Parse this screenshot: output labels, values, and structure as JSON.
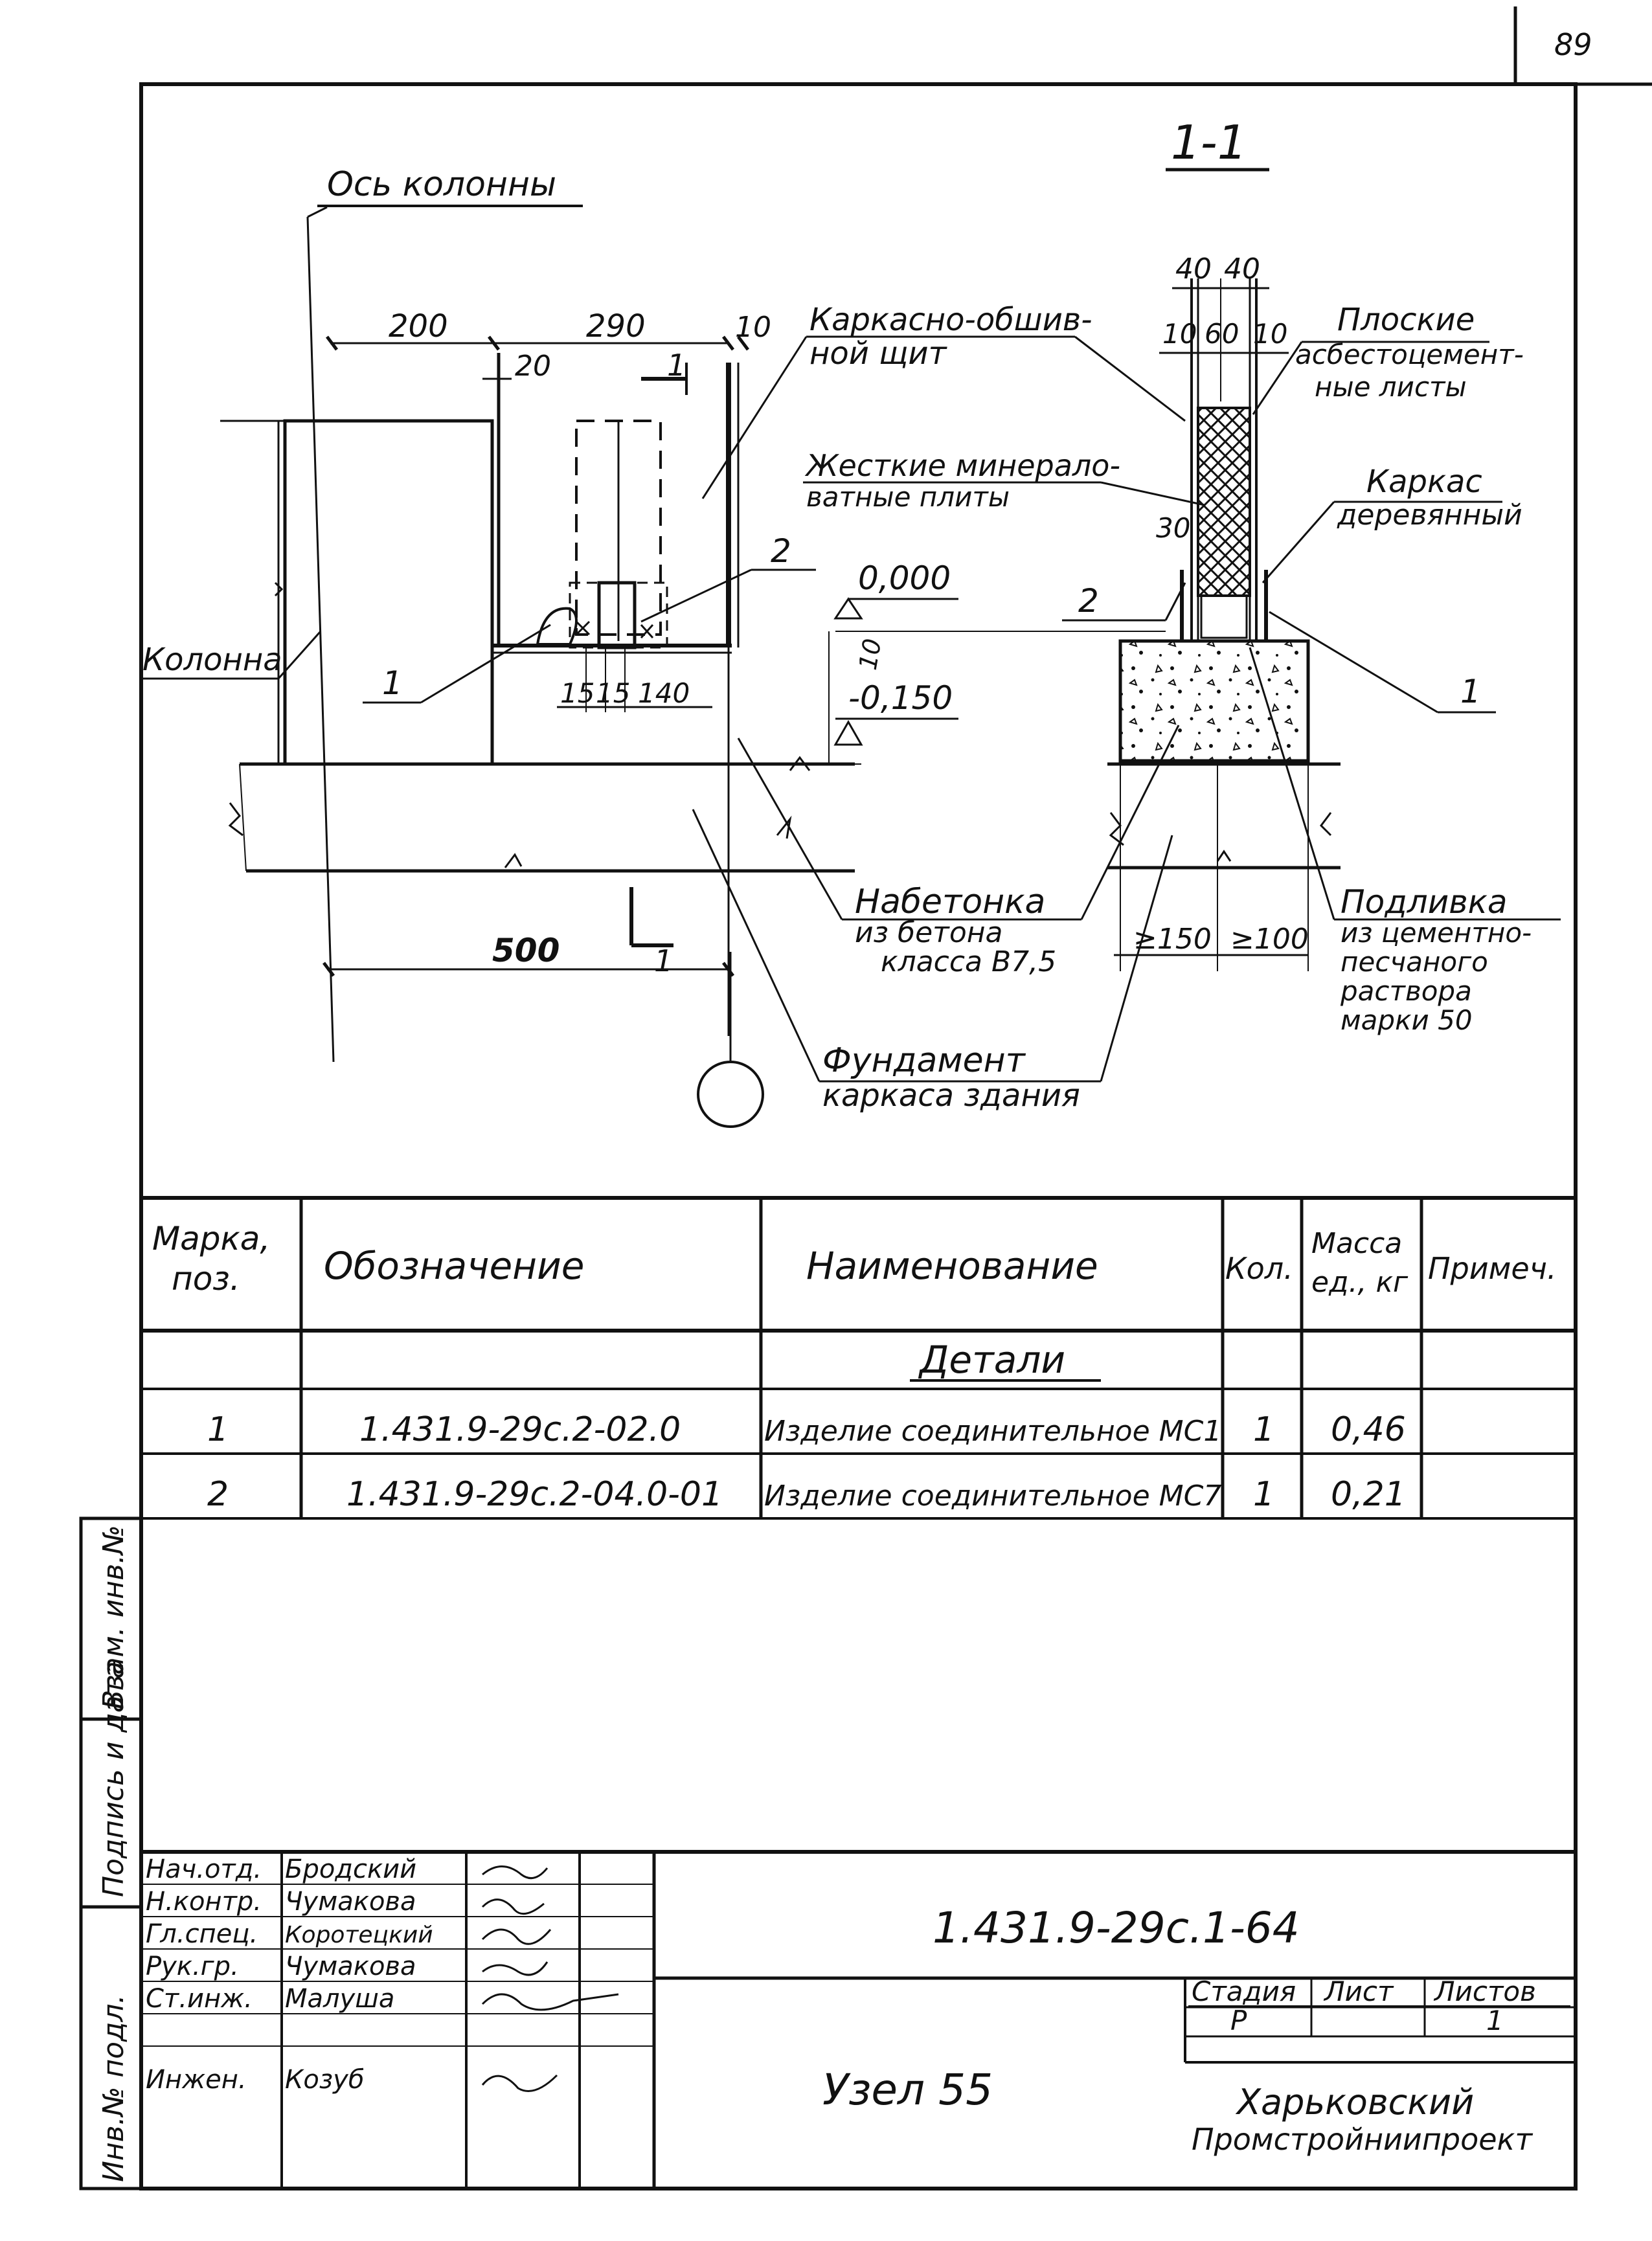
{
  "page_number": "89",
  "section": {
    "label": "1-1",
    "section_mark": "1"
  },
  "labels": {
    "column_axis": "Ось колонны",
    "column": "Колонна",
    "panel": [
      "Каркасно-обшив-",
      "ной щит"
    ],
    "mineral_wool": [
      "Жесткие минерало-",
      "ватные плиты"
    ],
    "flat_sheets": [
      "Плоские",
      "асбестоцемент-",
      "ные листы"
    ],
    "frame": [
      "Каркас",
      "деревянный"
    ],
    "concrete_topping": [
      "Набетонка",
      "из бетона",
      "класса В7,5"
    ],
    "grout": [
      "Подливка",
      "из цементно-",
      "песчаного",
      "раствора",
      "марки 50"
    ],
    "foundation": [
      "Фундамент",
      "каркаса здания"
    ],
    "level_zero": "0,000",
    "level_minus": "-0,150",
    "pos_1": "1",
    "pos_2": "2"
  },
  "dimensions": {
    "d200": "200",
    "d290": "290",
    "d10_top": "10",
    "d20": "20",
    "d15a": "15",
    "d15b": "15",
    "d140": "140",
    "d500": "500",
    "d40a": "40",
    "d40b": "40",
    "d10a": "10",
    "d60": "60",
    "d10b": "10",
    "d30": "30",
    "d10_vert": "10",
    "d150": "≥150",
    "d100": "≥100"
  },
  "spec_table": {
    "headers": [
      "Марка, поз.",
      "Обозначение",
      "Наименование",
      "Кол.",
      "Масса ед., кг",
      "Примеч."
    ],
    "section_title": "Детали",
    "rows": [
      {
        "pos": "1",
        "designation": "1.431.9-29с.2-02.0",
        "name": "Изделие соединительное МС1",
        "qty": "1",
        "mass": "0,46",
        "note": ""
      },
      {
        "pos": "2",
        "designation": "1.431.9-29с.2-04.0-01",
        "name": "Изделие соединительное МС7",
        "qty": "1",
        "mass": "0,21",
        "note": ""
      }
    ]
  },
  "side_stamp": [
    "Инв.№ подл.",
    "Подпись и дата",
    "Взам. инв.№"
  ],
  "title_block": {
    "roles": [
      {
        "role": "Нач.отд.",
        "name": "Бродский"
      },
      {
        "role": "Н.контр.",
        "name": "Чумакова"
      },
      {
        "role": "Гл.спец.",
        "name": "Коротецкий"
      },
      {
        "role": "Рук.гр.",
        "name": "Чумакова"
      },
      {
        "role": "Ст.инж.",
        "name": "Малуша"
      },
      {
        "role": "Инжен.",
        "name": "Козуб"
      }
    ],
    "document_code": "1.431.9-29с.1-64",
    "drawing_title": "Узел 55",
    "stage_label": "Стадия",
    "sheet_label": "Лист",
    "sheets_label": "Листов",
    "stage_value": "Р",
    "sheet_value": "",
    "sheets_value": "1",
    "organization": [
      "Харьковский",
      "Промстройниипроект"
    ]
  },
  "colors": {
    "ink": "#111111",
    "paper": "#ffffff"
  }
}
